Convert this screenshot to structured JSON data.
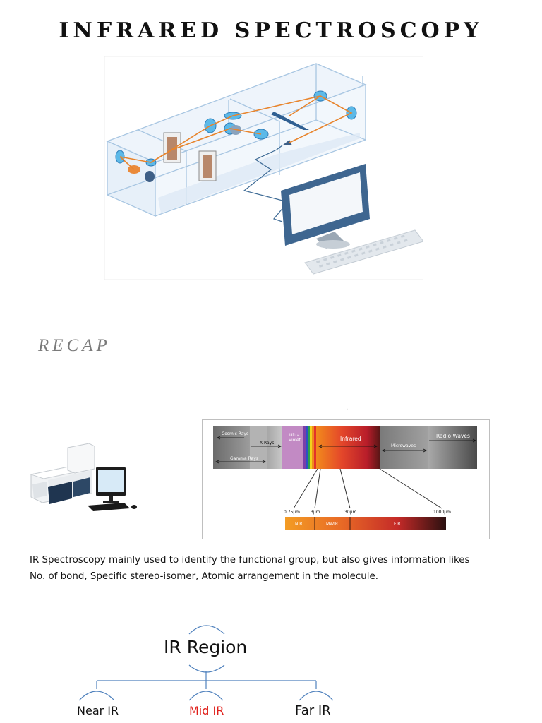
{
  "document": {
    "title": "INFRARED SPECTROSCOPY",
    "recap_heading": "RECAP",
    "dot": ".",
    "paragraph": {
      "line1": "IR Spectroscopy mainly used to identify the functional group, but also gives information likes",
      "line2": "No. of bond, Specific stereo-isomer, Atomic arrangement in the molecule."
    }
  },
  "spectrum_figure": {
    "bands": {
      "cosmic": "Cosmic Rays",
      "gamma": "Gamma Rays",
      "xray": "X Rays",
      "uv1": "Ultra",
      "uv2": "Violet",
      "ir": "Infrared",
      "micro": "Microwaves",
      "radio": "Radio Waves"
    },
    "ticks": {
      "t1": "0.75µm",
      "t2": "3µm",
      "t3": "30µm",
      "t4": "1000µm"
    },
    "subbands": {
      "nir": "NIR",
      "mwir": "MWIR",
      "fir": "FIR"
    }
  },
  "ir_tree": {
    "root": "IR Region",
    "children": {
      "near": "Near IR",
      "mid": "Mid IR",
      "far": "Far IR"
    }
  },
  "colors": {
    "mid_ir_red": "#e0201b",
    "tree_line": "#4f81bd",
    "beam_orange": "#e8842c",
    "box_outline": "#a8c6e2"
  }
}
